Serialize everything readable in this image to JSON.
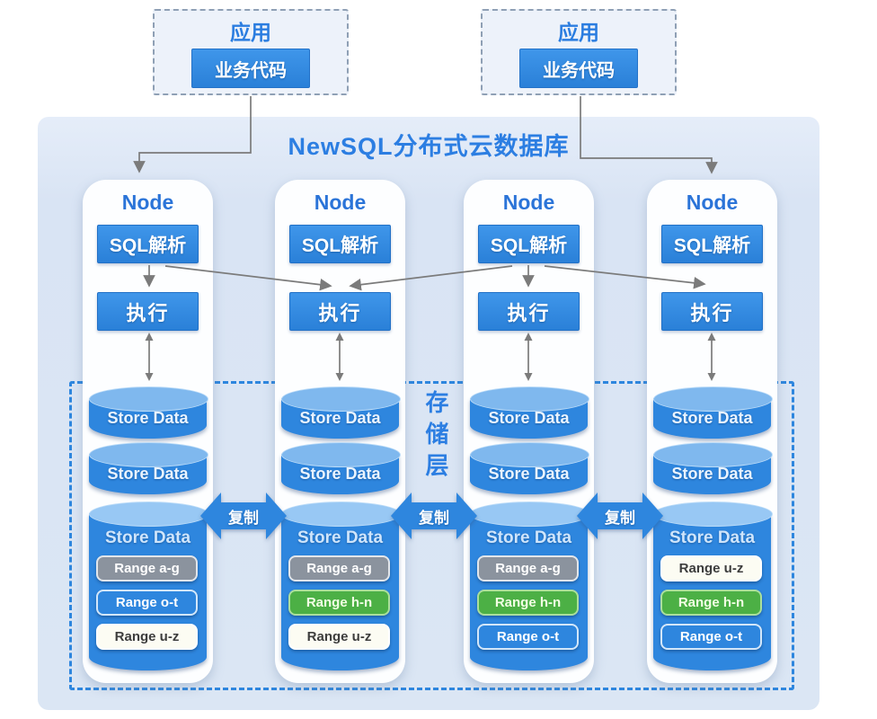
{
  "title": "NewSQL分布式云数据库",
  "apps": [
    {
      "title": "应用",
      "code_label": "业务代码"
    },
    {
      "title": "应用",
      "code_label": "业务代码"
    }
  ],
  "storage_layer_label": "存储层",
  "replication_label": "复制",
  "nodes": [
    {
      "title": "Node",
      "sql": "SQL解析",
      "exec": "执行",
      "stores": [
        "Store Data",
        "Store Data"
      ],
      "shard": {
        "label": "Store Data",
        "ranges": [
          {
            "label": "Range a-g",
            "color": "gray"
          },
          {
            "label": "Range o-t",
            "color": "blue"
          },
          {
            "label": "Range u-z",
            "color": "white"
          }
        ]
      }
    },
    {
      "title": "Node",
      "sql": "SQL解析",
      "exec": "执行",
      "stores": [
        "Store Data",
        "Store Data"
      ],
      "shard": {
        "label": "Store Data",
        "ranges": [
          {
            "label": "Range a-g",
            "color": "gray"
          },
          {
            "label": "Range h-n",
            "color": "green"
          },
          {
            "label": "Range u-z",
            "color": "white"
          }
        ]
      }
    },
    {
      "title": "Node",
      "sql": "SQL解析",
      "exec": "执行",
      "stores": [
        "Store Data",
        "Store Data"
      ],
      "shard": {
        "label": "Store Data",
        "ranges": [
          {
            "label": "Range a-g",
            "color": "gray"
          },
          {
            "label": "Range h-n",
            "color": "green"
          },
          {
            "label": "Range o-t",
            "color": "blue"
          }
        ]
      }
    },
    {
      "title": "Node",
      "sql": "SQL解析",
      "exec": "执行",
      "stores": [
        "Store Data",
        "Store Data"
      ],
      "shard": {
        "label": "Store Data",
        "ranges": [
          {
            "label": "Range u-z",
            "color": "white"
          },
          {
            "label": "Range h-n",
            "color": "green"
          },
          {
            "label": "Range o-t",
            "color": "blue"
          }
        ]
      }
    }
  ],
  "colors": {
    "accent_blue": "#2e86de",
    "title_blue": "#2c7ee2",
    "container_bg": "#dbe6f4",
    "range_gray": "#8b939e",
    "range_green": "#4cb045",
    "connector_gray": "#7b7b7b"
  }
}
